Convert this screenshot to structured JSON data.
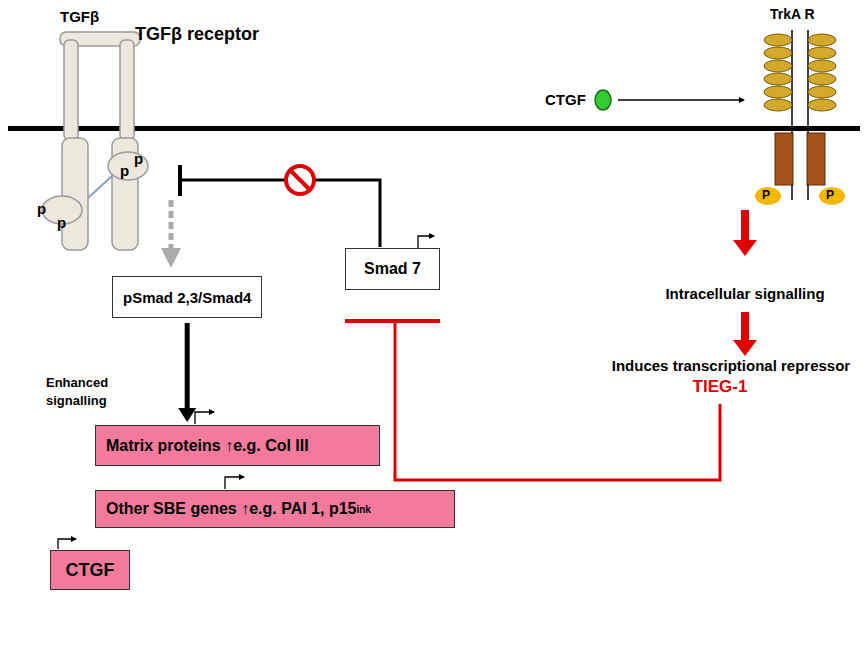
{
  "diagram": {
    "nodes": [
      {
        "text": [
          "pSmad 2,3/Smad4"
        ]
      },
      {
        "text": [
          "Smad 7"
        ]
      },
      {
        "text": [
          "Matrix proteins ↑e.g. Col III"
        ]
      },
      {
        "text": [
          "Other SBE genes ↑e.g. PAI 1, p15",
          "ink"
        ]
      },
      {
        "text": [
          "CTGF"
        ]
      }
    ],
    "edges": [
      {
        "from": 0,
        "to": 2,
        "arrow": "to"
      }
    ],
    "labels": [
      "TGFβ receptor",
      "TGFβ",
      "p",
      "p",
      "p",
      "p",
      "CTGF",
      "TrkA R",
      "P",
      "P",
      "Intracellular signalling",
      "Induces transcriptional repressor",
      "TIEG-1",
      "Enhanced signalling"
    ]
  }
}
